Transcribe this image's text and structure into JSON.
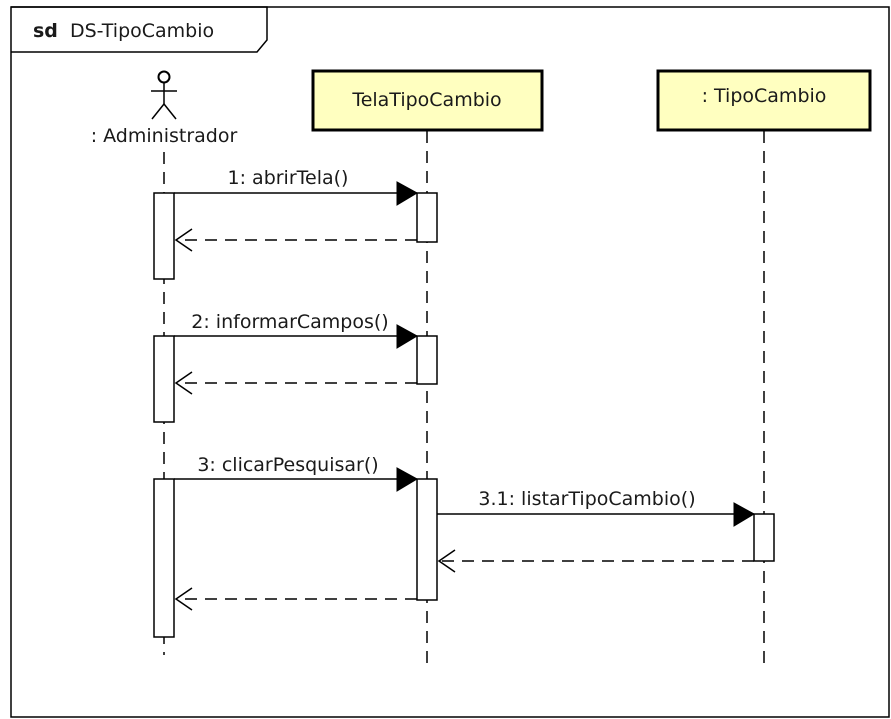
{
  "frame": {
    "keyword": "sd",
    "name": "DS-TipoCambio"
  },
  "lifelines": [
    {
      "label": ": Administrador",
      "kind": "actor"
    },
    {
      "label": "TelaTipoCambio",
      "kind": "object"
    },
    {
      "label": ": TipoCambio",
      "kind": "object"
    }
  ],
  "messages": [
    {
      "label": "1: abrirTela()",
      "from": 0,
      "to": 1,
      "type": "sync"
    },
    {
      "label": "",
      "from": 1,
      "to": 0,
      "type": "return"
    },
    {
      "label": "2: informarCampos()",
      "from": 0,
      "to": 1,
      "type": "sync"
    },
    {
      "label": "",
      "from": 1,
      "to": 0,
      "type": "return"
    },
    {
      "label": "3: clicarPesquisar()",
      "from": 0,
      "to": 1,
      "type": "sync"
    },
    {
      "label": "3.1: listarTipoCambio()",
      "from": 1,
      "to": 2,
      "type": "sync"
    },
    {
      "label": "",
      "from": 2,
      "to": 1,
      "type": "return"
    },
    {
      "label": "",
      "from": 1,
      "to": 0,
      "type": "return"
    }
  ],
  "colors": {
    "lifeline_head_fill": "#ffffc0",
    "stroke": "#000000",
    "background": "#ffffff"
  }
}
